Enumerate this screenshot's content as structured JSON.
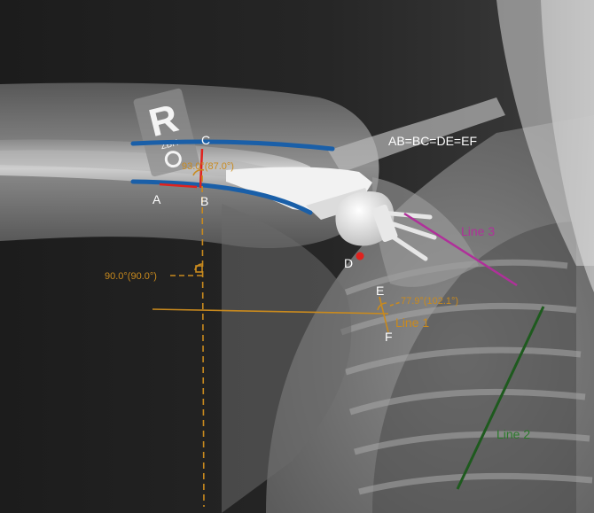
{
  "colors": {
    "annotation_text": "#ffffff",
    "reference_orange": "#c98a1e",
    "humeral_axis_blue": "#1a5fa8",
    "line_red": "#e0221e",
    "line3_magenta": "#b0309a",
    "line2_green": "#1e5a1e"
  },
  "labels": {
    "equation": "AB=BC=DE=EF",
    "point_a": "A",
    "point_b": "B",
    "point_c": "C",
    "point_d": "D",
    "point_e": "E",
    "point_f": "F",
    "line1": "Line 1",
    "line2": "Line 2",
    "line3": "Line 3",
    "angle_top": "93.0°(87.0°)",
    "angle_left": "90.0°(90.0°)",
    "angle_right": "77.9°(102.1°)",
    "side_marker": "R",
    "marker_small": "ZBH"
  }
}
